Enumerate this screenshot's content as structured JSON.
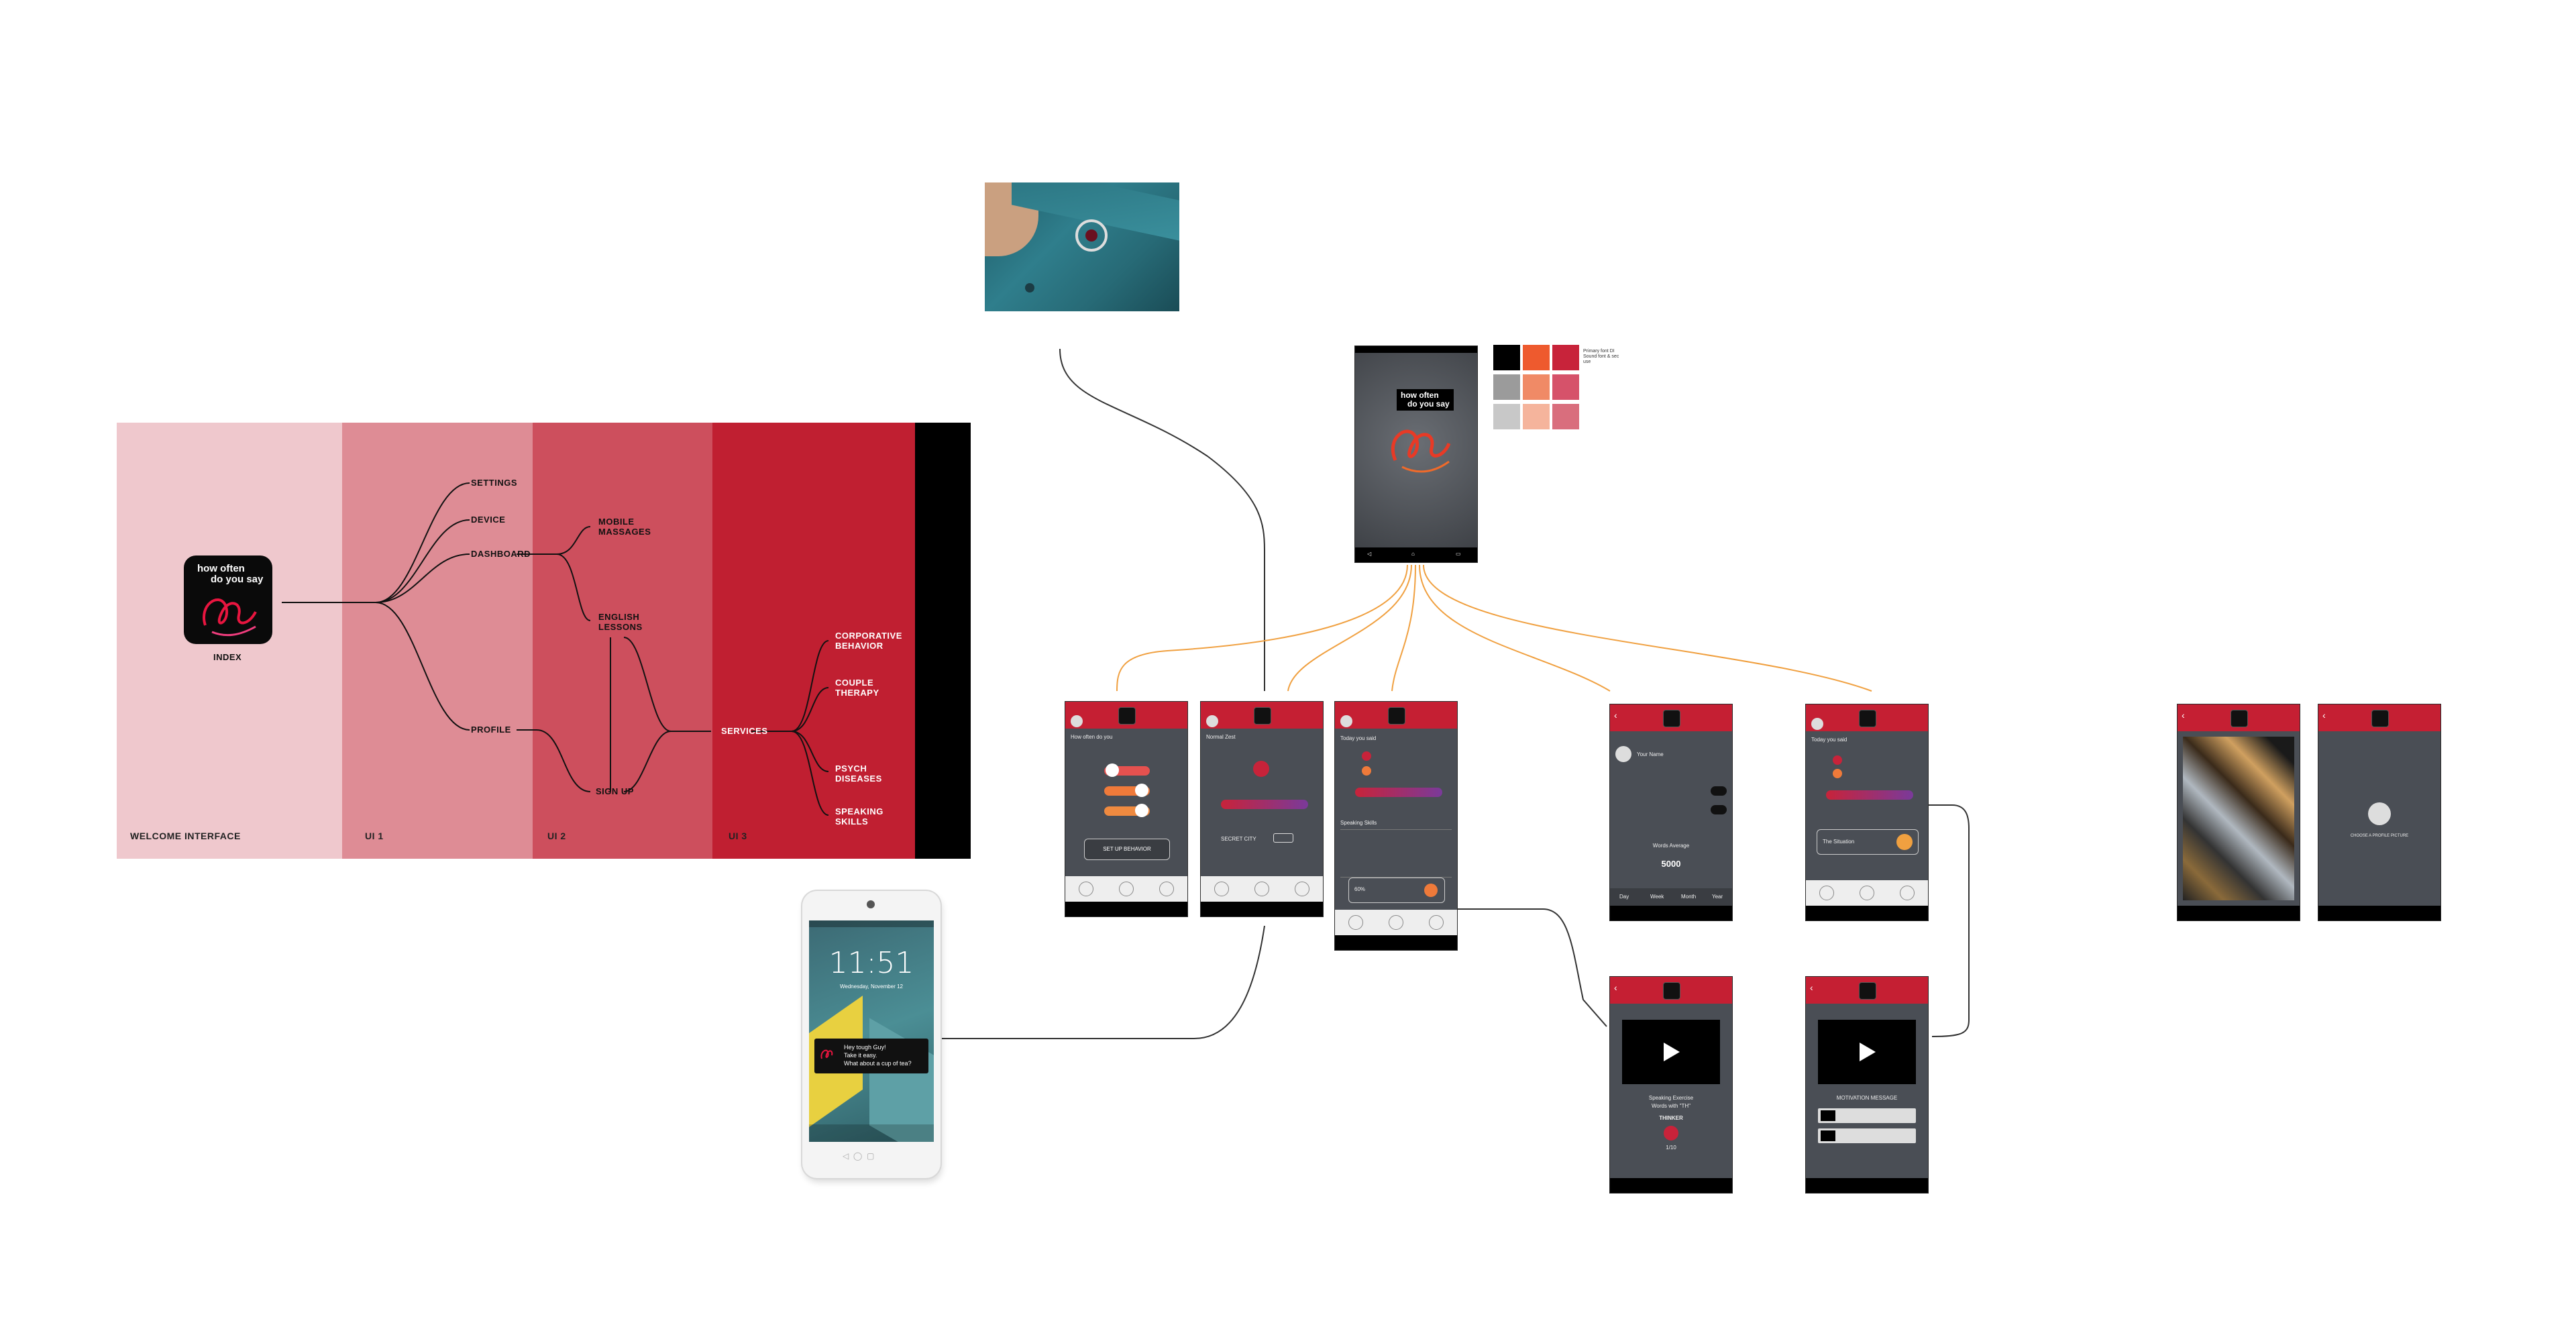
{
  "sitemap": {
    "bands": [
      {
        "label": "WELCOME INTERFACE",
        "color": "#efc8cd"
      },
      {
        "label": "UI 1",
        "color": "#de8c95"
      },
      {
        "label": "UI 2",
        "color": "#cd4f5d"
      },
      {
        "label": "UI 3",
        "color": "#c01f31"
      },
      {
        "label": "",
        "color": "#000000"
      }
    ],
    "app_icon": {
      "line1": "how often",
      "line2": "do you say"
    },
    "index_label": "INDEX",
    "nodes": {
      "settings": "SETTINGS",
      "device": "DEVICE",
      "dashboard": "DASHBOARD",
      "profile": "PROFILE",
      "mobile_massages": "MOBILE MASSAGES",
      "english_lessons": "ENGLISH LESSONS",
      "sign_up": "SIGN UP",
      "services": "SERVICES",
      "corporative_behavior": "CORPORATIVE BEHAVIOR",
      "couple_therapy": "COUPLE THERAPY",
      "psych_diseases": "PSYCH DISEASES",
      "speaking_skills": "SPEAKING SKILLS"
    }
  },
  "splash": {
    "line1": "how often",
    "line2": "do you say"
  },
  "palette": {
    "colors": [
      "#000000",
      "#ee5a2e",
      "#c8233a",
      "#9b9b9b",
      "#f08a66",
      "#d6526a",
      "#c8c8c8",
      "#f5b49c",
      "#d96e7d"
    ],
    "note": "Primary font DI Sound font & sec use"
  },
  "lockscreen": {
    "time": "11:51",
    "date": "Wednesday, November 12",
    "notif1": "Hey tough Guy!",
    "notif2": "Take it easy.",
    "notif3": "What about a cup of tea?"
  },
  "screens": {
    "s1": {
      "title": "How often do you",
      "button": "SET UP BEHAVIOR"
    },
    "s2": {
      "title": "Normal Zest",
      "label": "SECRET CITY"
    },
    "s3": {
      "title": "Today you said",
      "section": "Speaking Skills",
      "stat": "60%"
    },
    "s4": {
      "name": "Your Name",
      "stat_label": "Words Average",
      "stat": "5000",
      "tabs": [
        "Day",
        "Week",
        "Month",
        "Year"
      ]
    },
    "s5": {
      "title": "Today you said",
      "card": "The Situation"
    },
    "s6": {
      "title": "Speaking Exercise",
      "sub": "Words with \"TH\"",
      "word": "THINKER",
      "count": "1/10"
    },
    "s7": {
      "title": "MOTIVATION MESSAGE"
    },
    "s9": {
      "caption": "CHOOSE A PROFILE PICTURE"
    }
  }
}
